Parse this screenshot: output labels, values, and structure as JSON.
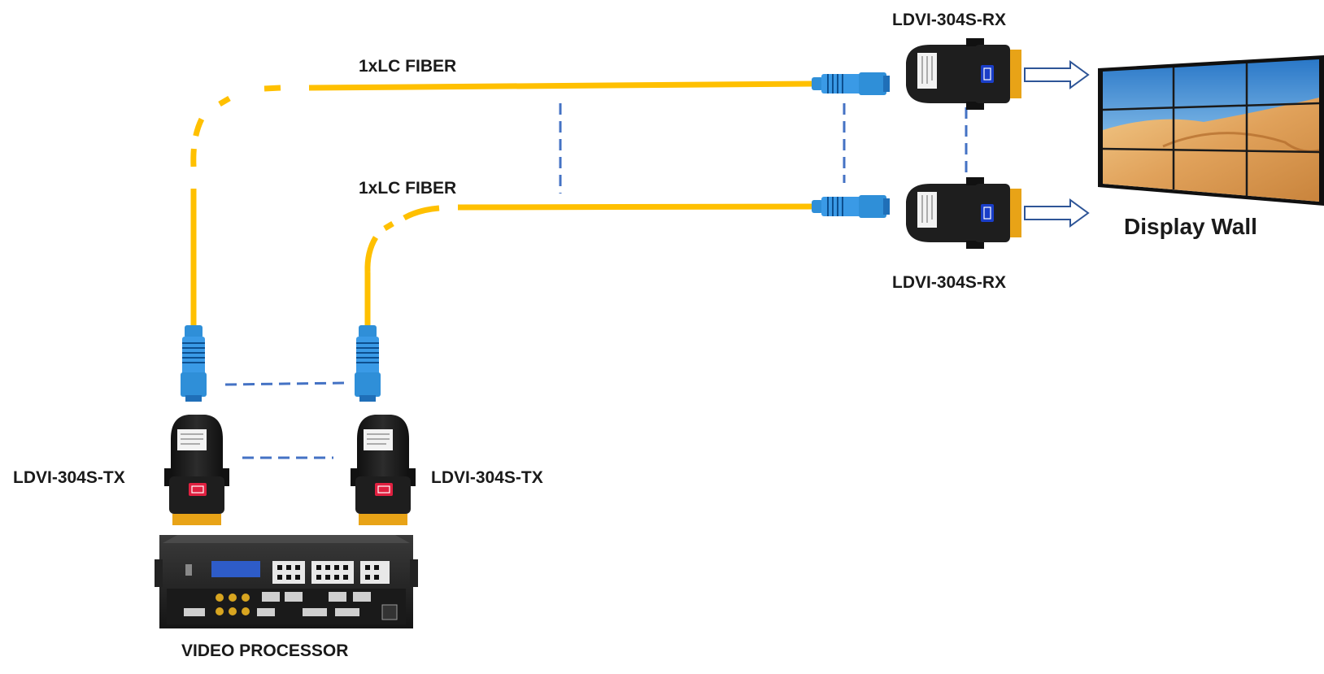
{
  "labels": {
    "fiber_top": "1xLC FIBER",
    "fiber_bottom": "1xLC FIBER",
    "rx_top": "LDVI-304S-RX",
    "rx_bottom": "LDVI-304S-RX",
    "tx_left": "LDVI-304S-TX",
    "tx_right": "LDVI-304S-TX",
    "display_wall": "Display Wall",
    "video_processor": "VIDEO PROCESSOR"
  },
  "colors": {
    "fiber": "#ffc000",
    "connector_blue": "#2f8fd8",
    "dashed_link": "#4472c4",
    "device_body": "#1e1e1e",
    "device_gold": "#e8a317",
    "tx_badge": "#e02040",
    "rx_badge": "#1a3ec8",
    "arrow_outline": "#2e5597"
  },
  "icons": {
    "tx_device": "fiber-transmitter-icon",
    "rx_device": "fiber-receiver-icon",
    "lc_connector": "lc-connector-icon",
    "display_wall": "video-wall-icon",
    "video_processor": "rack-processor-icon",
    "signal_arrow": "outline-arrow-icon"
  }
}
